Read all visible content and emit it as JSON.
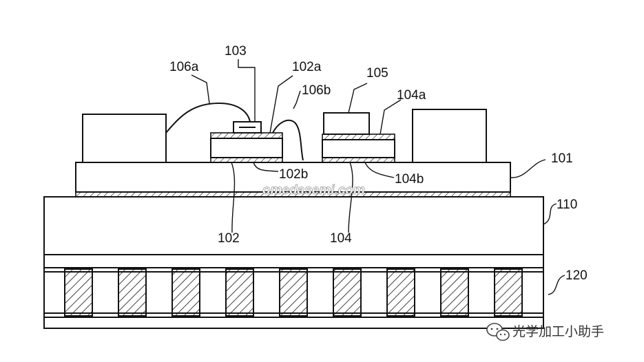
{
  "labels": {
    "l101": "101",
    "l102": "102",
    "l102a": "102a",
    "l102b": "102b",
    "l103": "103",
    "l104": "104",
    "l104a": "104a",
    "l104b": "104b",
    "l105": "105",
    "l106a": "106a",
    "l106b": "106b",
    "l110": "110",
    "l120": "120"
  },
  "watermark": {
    "site": "omedasemi.com",
    "wechat": "光学加工小助手"
  },
  "icons": {
    "wechat": "wechat-icon"
  }
}
